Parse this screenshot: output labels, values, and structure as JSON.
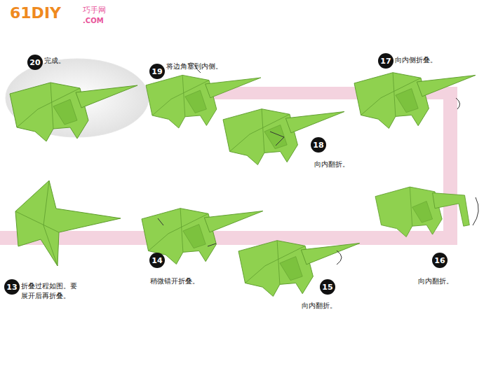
{
  "diagram": {
    "nodes": [
      {
        "text": [
          "20"
        ]
      },
      {
        "text": [
          "19"
        ]
      },
      {
        "text": [
          "17"
        ]
      },
      {
        "text": [
          "18"
        ]
      },
      {
        "text": [
          "13"
        ]
      },
      {
        "text": [
          "14"
        ]
      },
      {
        "text": [
          "15"
        ]
      },
      {
        "text": [
          "16"
        ]
      }
    ],
    "labels": [
      "61DIY",
      "巧手网",
      ".COM",
      "完成。",
      "将边角塞到内侧。",
      "向内侧折叠。",
      "向内翻折。",
      "折叠过程如图。要 展开后再折叠。",
      "稍微错开折叠。",
      "向内翻折。",
      "向内翻折。"
    ]
  }
}
